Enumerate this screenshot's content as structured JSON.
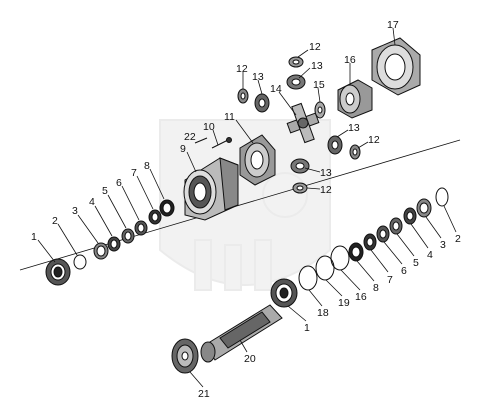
{
  "labels": {
    "l1a": "1",
    "l2a": "2",
    "l3a": "3",
    "l4a": "4",
    "l5a": "5",
    "l6a": "6",
    "l7a": "7",
    "l8a": "8",
    "l9": "9",
    "l10": "10",
    "l11": "11",
    "l22": "22",
    "l12a": "12",
    "l12b": "12",
    "l12c": "12",
    "l12d": "12",
    "l13a": "13",
    "l13b": "13",
    "l13c": "13",
    "l13d": "13",
    "l14": "14",
    "l15": "15",
    "l16": "16",
    "l17": "17",
    "l1b": "1",
    "l2b": "2",
    "l3b": "3",
    "l4b": "4",
    "l5b": "5",
    "l6b": "6",
    "l7b": "7",
    "l8b": "8",
    "l16b": "16",
    "l18": "18",
    "l19": "19",
    "l20": "20",
    "l21": "21"
  }
}
